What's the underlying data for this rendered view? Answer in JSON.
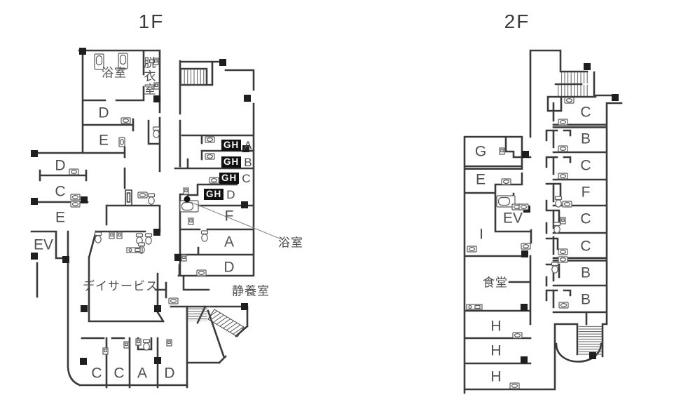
{
  "colors": {
    "wall": "#3a3a3a",
    "label": "#4d4d4d",
    "badge_bg": "#111111",
    "badge_text": "#ffffff"
  },
  "floor1": {
    "title": "1F",
    "rooms": {
      "bath": "浴室",
      "dressing": "脱衣室",
      "d_upper": "D",
      "e_upper": "E",
      "d_left": "D",
      "c_left": "C",
      "e_left": "E",
      "elevator": "EV",
      "day_service": "デイサービス",
      "rest_room": "静養室",
      "c_bottom1": "C",
      "c_bottom2": "C",
      "a_bottom": "A",
      "d_bottom": "D",
      "f_right": "F",
      "a_right": "A",
      "d_right": "D"
    },
    "gh_units": [
      {
        "badge": "GH",
        "unit": "A"
      },
      {
        "badge": "GH",
        "unit": "B"
      },
      {
        "badge": "GH",
        "unit": "C"
      },
      {
        "badge": "GH",
        "unit": "D"
      }
    ],
    "callout": {
      "label": "浴室"
    }
  },
  "floor2": {
    "title": "2F",
    "rooms": {
      "g": "G",
      "e": "E",
      "elevator": "EV",
      "i": "I",
      "dining": "食堂",
      "h1": "H",
      "h2": "H",
      "h3": "H",
      "c1": "C",
      "b1": "B",
      "c2": "C",
      "f": "F",
      "c3": "C",
      "c4": "C",
      "b2": "B",
      "b3": "B"
    }
  }
}
